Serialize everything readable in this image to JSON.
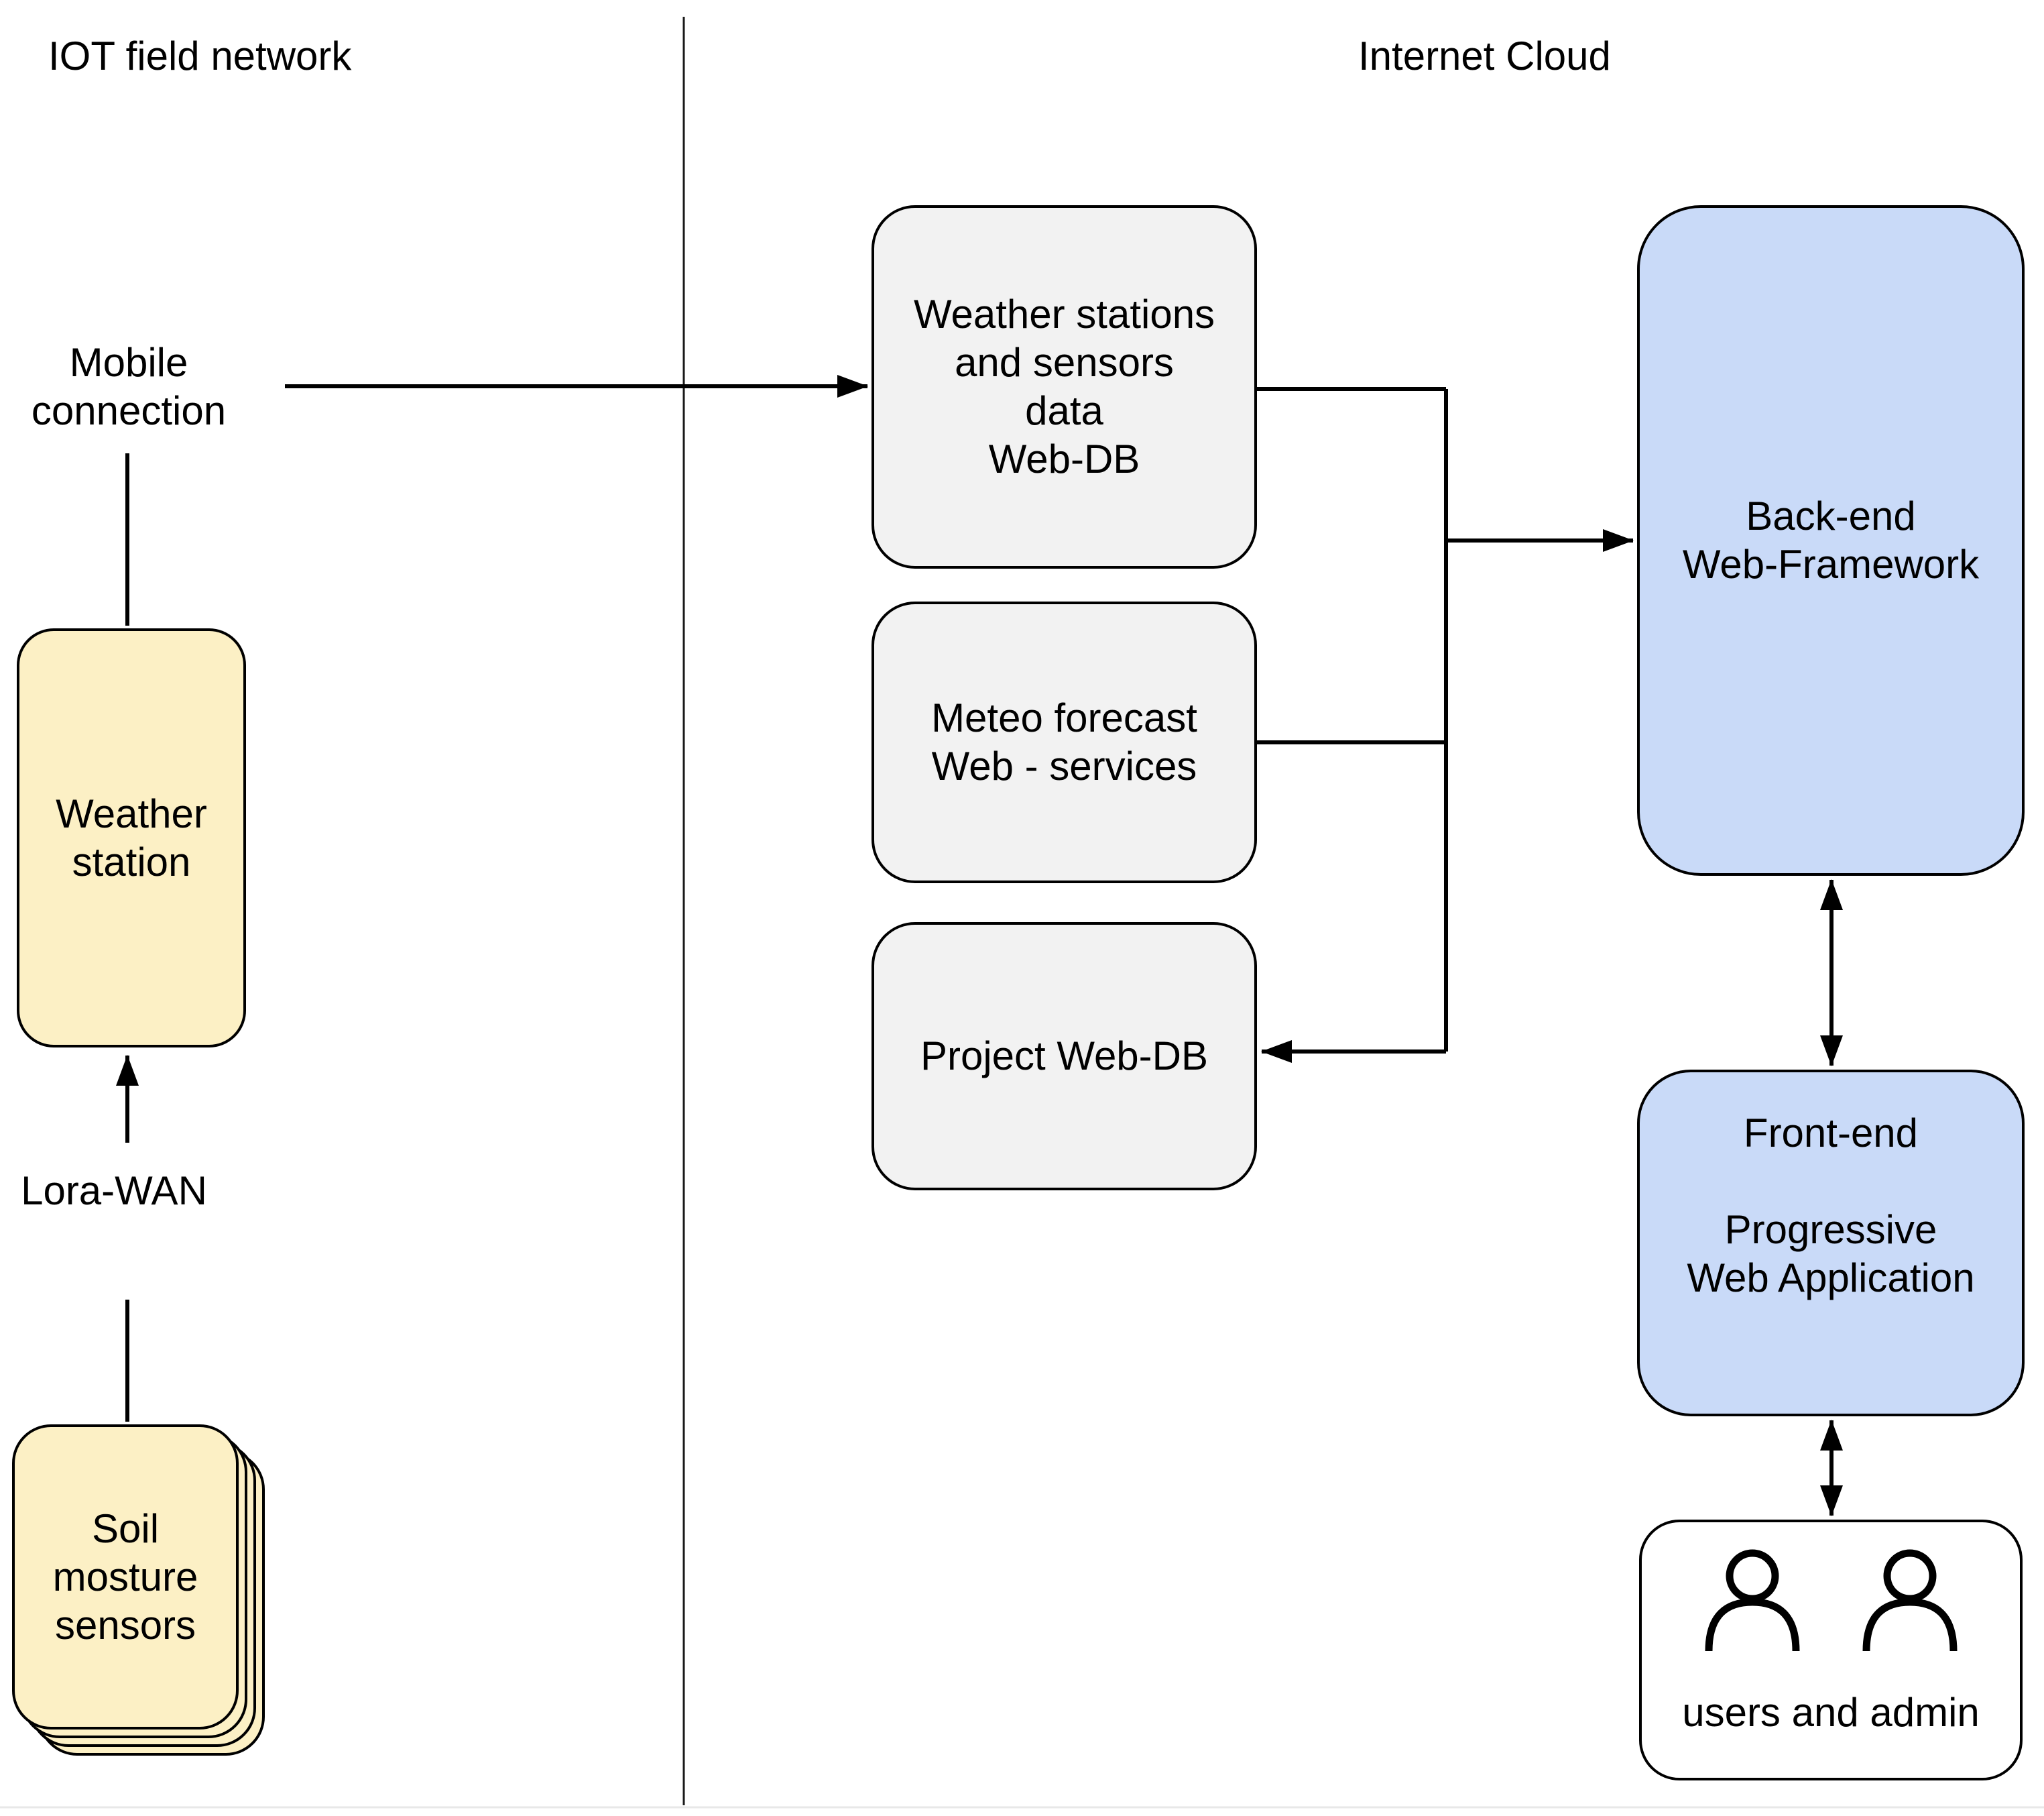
{
  "colors": {
    "node_yellow": "#FCF0C5",
    "node_blue": "#C9DAF8",
    "node_gray": "#F2F2F2",
    "node_white": "#FFFFFF",
    "line_black": "#000000",
    "divider_gray": "#1A1A1A",
    "footer_hairline": "#E8E8E8",
    "background": "#FFFFFF"
  },
  "regions": {
    "left": {
      "title": "IOT field network"
    },
    "right": {
      "title": "Internet Cloud"
    }
  },
  "labels": {
    "mobile_connection": "Mobile\nconnection",
    "lora_wan": "Lora-WAN"
  },
  "nodes": {
    "weather_station": {
      "label": "Weather\nstation",
      "fill": "yellow"
    },
    "soil_sensors": {
      "label": "Soil\nmosture\nsensors",
      "fill": "yellow",
      "stacked_layers": 4
    },
    "weather_db": {
      "label": "Weather stations\nand sensors\ndata\nWeb-DB",
      "fill": "gray"
    },
    "meteo_services": {
      "label": "Meteo forecast\nWeb - services",
      "fill": "gray"
    },
    "project_db": {
      "label": "Project Web-DB",
      "fill": "gray"
    },
    "backend": {
      "label": "Back-end\nWeb-Framework",
      "fill": "blue"
    },
    "frontend": {
      "label": "Front-end\n\nProgressive\nWeb Application",
      "fill": "blue"
    },
    "users_admin": {
      "label": "users and admin",
      "fill": "white",
      "icons": [
        "person-icon",
        "person-icon"
      ]
    }
  },
  "edges": [
    {
      "from": "mobile-connection-label",
      "to": "weather-db",
      "arrow": "end"
    },
    {
      "from": "mobile-connection-label",
      "to": "weather-station",
      "arrow": "none"
    },
    {
      "from": "lora-wan",
      "to": "weather-station",
      "arrow": "end"
    },
    {
      "from": "lora-wan-label",
      "to": "soil-sensors",
      "arrow": "none"
    },
    {
      "from": "weather-db",
      "to": "junction",
      "arrow": "none"
    },
    {
      "from": "meteo-services",
      "to": "junction",
      "arrow": "none"
    },
    {
      "from": "junction",
      "to": "backend",
      "arrow": "end"
    },
    {
      "from": "junction",
      "to": "project-db",
      "arrow": "end"
    },
    {
      "from": "backend",
      "to": "frontend",
      "arrow": "both"
    },
    {
      "from": "frontend",
      "to": "users-admin",
      "arrow": "both"
    }
  ]
}
